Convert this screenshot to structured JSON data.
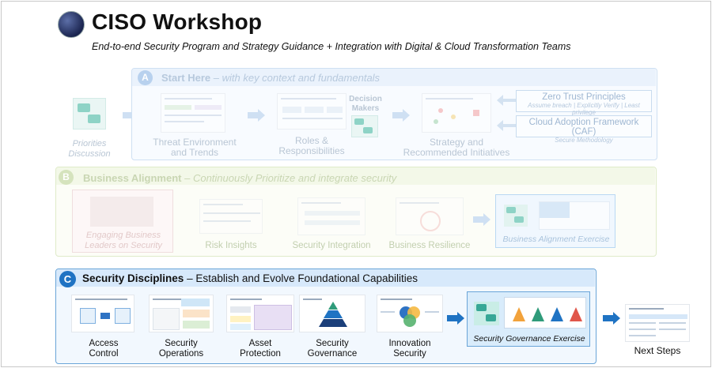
{
  "header": {
    "title": "CISO Workshop",
    "subtitle": "End-to-end Security Program and Strategy Guidance + Integration with Digital & Cloud Transformation Teams"
  },
  "priorities": {
    "label_line1": "Priorities",
    "label_line2": "Discussion"
  },
  "section_a": {
    "badge": "A",
    "title": "Start Here",
    "tagline": "– with key context and fundamentals",
    "items": [
      {
        "line1": "Threat Environment",
        "line2": "and Trends"
      },
      {
        "line1": "Roles &",
        "line2": "Responsibilities"
      },
      {
        "line1": "Strategy and",
        "line2": "Recommended Initiatives"
      }
    ],
    "decision_makers": {
      "line1": "Decision",
      "line2": "Makers"
    },
    "zero_trust": {
      "title": "Zero Trust Principles",
      "sub": "Assume breach | Explicitly Verify | Least privilege"
    },
    "caf": {
      "title": "Cloud Adoption Framework (CAF)",
      "sub": "Secure Methodology"
    }
  },
  "section_b": {
    "badge": "B",
    "title": "Business Alignment",
    "tagline": "– Continuously Prioritize and integrate security",
    "engaging": {
      "line1": "Engaging Business",
      "line2": "Leaders on Security"
    },
    "items": [
      "Risk Insights",
      "Security Integration",
      "Business Resilience"
    ],
    "exercise": "Business Alignment Exercise"
  },
  "section_c": {
    "badge": "C",
    "title": "Security Disciplines",
    "tagline": "– Establish and Evolve Foundational Capabilities",
    "items": [
      {
        "line1": "Access",
        "line2": "Control"
      },
      {
        "line1": "Security",
        "line2": "Operations"
      },
      {
        "line1": "Asset",
        "line2": "Protection"
      },
      {
        "line1": "Security",
        "line2": "Governance"
      },
      {
        "line1": "Innovation",
        "line2": "Security"
      }
    ],
    "exercise": "Security Governance Exercise"
  },
  "next_steps": "Next Steps",
  "colors": {
    "accent": "#1f73c3",
    "faded_blue": "#b8d1ee",
    "faded_green": "#d5e3bd",
    "chat_teal": "#37a796",
    "arrow_blue": "#1f73c3"
  }
}
